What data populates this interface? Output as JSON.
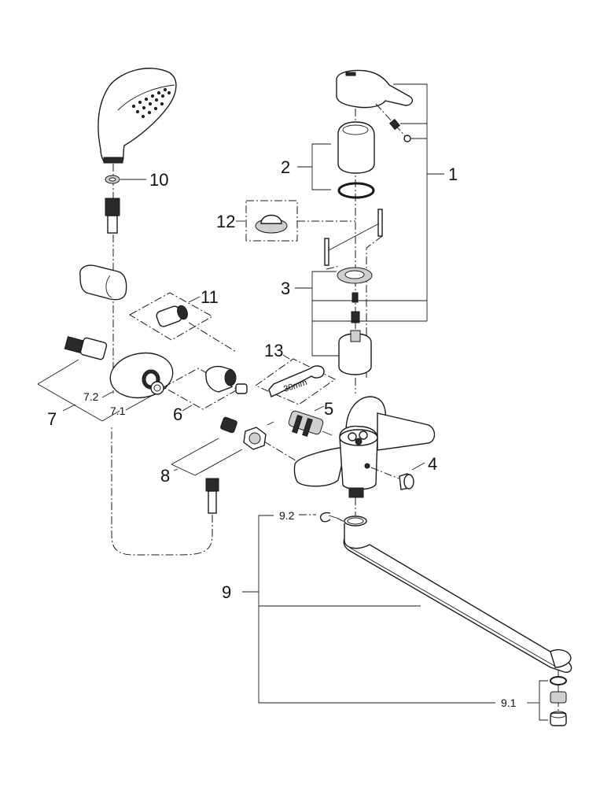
{
  "diagram": {
    "title": "Exploded parts view - wall-mounted single-lever bath/sink mixer with hand shower",
    "labels": {
      "p1": "1",
      "p2": "2",
      "p3": "3",
      "p4": "4",
      "p5": "5",
      "p6": "6",
      "p7": "7",
      "p7_1": "7.1",
      "p7_2": "7.2",
      "p8": "8",
      "p9": "9",
      "p9_1": "9.1",
      "p9_2": "9.2",
      "p10": "10",
      "p11": "11",
      "p12": "12",
      "p13": "13"
    },
    "tool_annotation": "30mm",
    "parts": [
      {
        "id": "1",
        "name": "lever handle with grub screw and cap"
      },
      {
        "id": "2",
        "name": "cover sleeve with o-ring"
      },
      {
        "id": "3",
        "name": "cartridge assembly with fixing plate and screws"
      },
      {
        "id": "4",
        "name": "plug"
      },
      {
        "id": "5",
        "name": "diverter cartridge"
      },
      {
        "id": "6",
        "name": "elbow connector with washer"
      },
      {
        "id": "7",
        "name": "wall connection elbow set"
      },
      {
        "id": "7.1",
        "name": "washer"
      },
      {
        "id": "7.2",
        "name": "escutcheon"
      },
      {
        "id": "8",
        "name": "hose connection nut and nipple"
      },
      {
        "id": "9",
        "name": "swivel spout"
      },
      {
        "id": "9.1",
        "name": "aerator set"
      },
      {
        "id": "9.2",
        "name": "retaining clip"
      },
      {
        "id": "10",
        "name": "hand shower washer"
      },
      {
        "id": "11",
        "name": "adapter"
      },
      {
        "id": "12",
        "name": "temperature limiter"
      },
      {
        "id": "13",
        "name": "spanner 30mm"
      }
    ]
  }
}
